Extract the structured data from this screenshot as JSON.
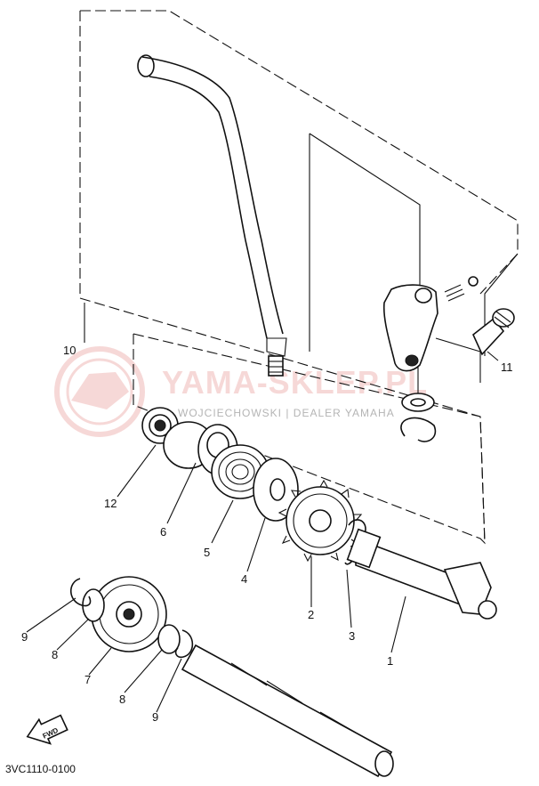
{
  "diagram": {
    "watermark": {
      "title": "YAMA-SKLEP.PL",
      "subtitle": "WOJCIECHOWSKI | DEALER YAMAHA"
    },
    "drawing_code": "3VC1110-0100",
    "direction_label": "FWD",
    "callouts": {
      "c1": "1",
      "c2": "2",
      "c3": "3",
      "c4": "4",
      "c5": "5",
      "c6": "6",
      "c7": "7",
      "c8a": "8",
      "c8b": "8",
      "c9a": "9",
      "c9b": "9",
      "c10": "10",
      "c11": "11",
      "c12": "12"
    }
  }
}
